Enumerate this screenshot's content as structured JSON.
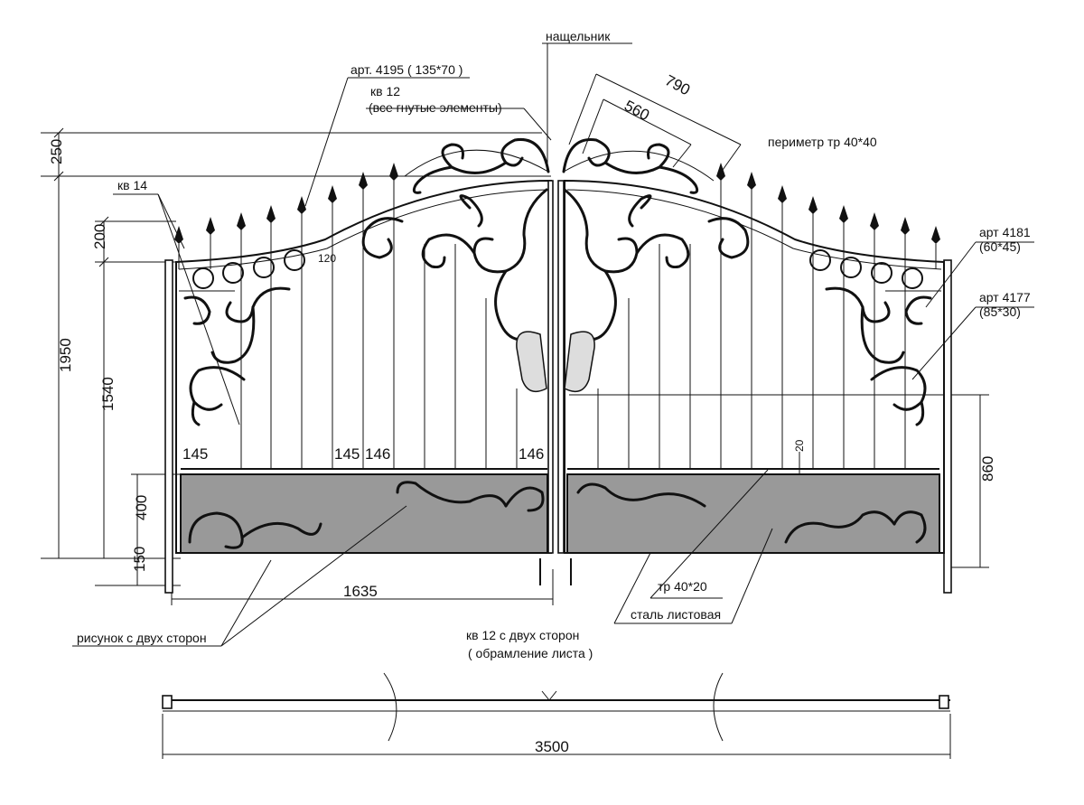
{
  "labels": {
    "nashchelnik": "нащельник",
    "art4195": "арт. 4195 ( 135*70 )",
    "kv12_line1": "кв 12",
    "kv12_line2": "(все гнутые элементы)",
    "perimeter": "периметр тр 40*40",
    "kv14": "кв 14",
    "art4181_line1": "арт 4181",
    "art4181_line2": "(60*45)",
    "art4177_line1": "арт 4177",
    "art4177_line2": "(85*30)",
    "tr4020": "тр 40*20",
    "stal": "сталь листовая",
    "ris_line": "рисунок с двух сторон",
    "kv12sheet_line1": "кв 12 с двух сторон",
    "kv12sheet_line2": "( обрамление листа )"
  },
  "dimensions": {
    "d790": "790",
    "d560": "560",
    "d250": "250",
    "d200": "200",
    "d120": "120",
    "d1950": "1950",
    "d1540": "1540",
    "d145a": "145",
    "d145b": "145",
    "d146a": "146",
    "d146b": "146",
    "d20": "20",
    "d860": "860",
    "d400": "400",
    "d150": "150",
    "d1635": "1635",
    "d3500": "3500"
  },
  "colors": {
    "line": "#111111",
    "sheet_fill": "#999999",
    "background": "#ffffff"
  }
}
